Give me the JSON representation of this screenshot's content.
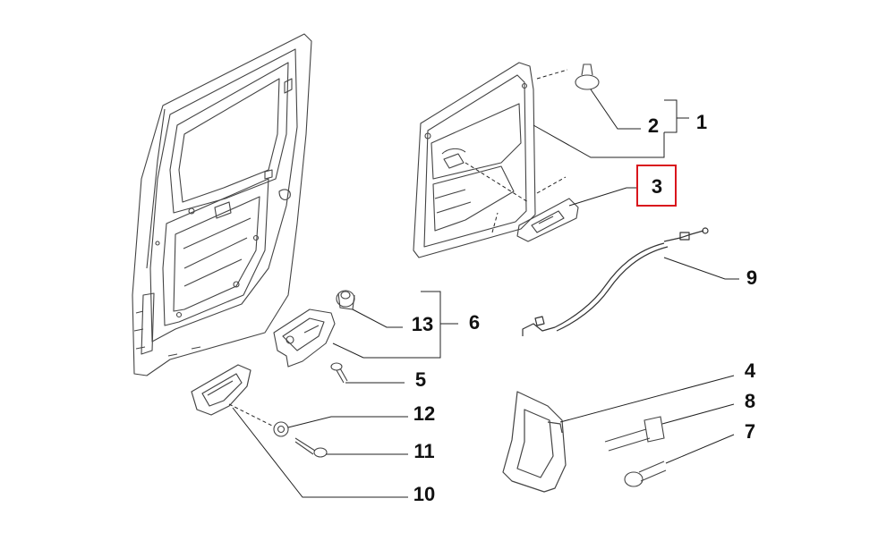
{
  "diagram": {
    "labels": {
      "n1": "1",
      "n2": "2",
      "n3": "3",
      "n4": "4",
      "n5": "5",
      "n6": "6",
      "n7": "7",
      "n8": "8",
      "n9": "9",
      "n10": "10",
      "n11": "11",
      "n12": "12",
      "n13": "13"
    },
    "highlighted_label": "3",
    "highlight_color": "#d9151c",
    "line_color": "#222222",
    "text_color": "#111111"
  }
}
